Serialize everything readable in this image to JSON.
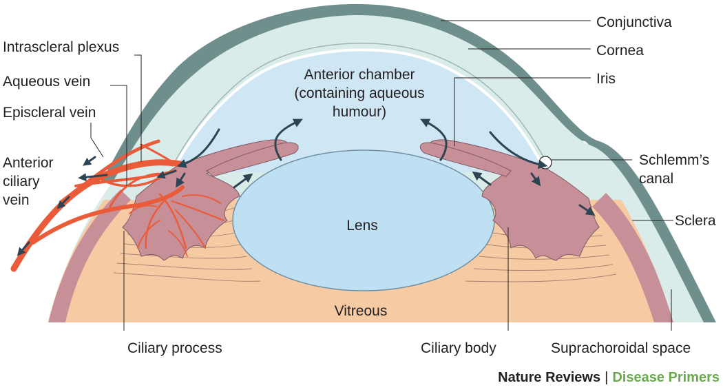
{
  "labels": {
    "conjunctiva": "Conjunctiva",
    "cornea": "Cornea",
    "iris": "Iris",
    "schlemm_1": "Schlemm’s",
    "schlemm_2": "canal",
    "sclera": "Sclera",
    "intrascleral_plexus": "Intrascleral plexus",
    "aqueous_vein": "Aqueous vein",
    "episcleral_vein": "Episcleral vein",
    "anterior_ciliary_vein_1": "Anterior",
    "anterior_ciliary_vein_2": "ciliary",
    "anterior_ciliary_vein_3": "vein",
    "anterior_chamber_1": "Anterior chamber",
    "anterior_chamber_2": "(containing aqueous",
    "anterior_chamber_3": "humour)",
    "lens": "Lens",
    "vitreous": "Vitreous",
    "ciliary_process": "Ciliary process",
    "ciliary_body": "Ciliary body",
    "suprachoroidal_space": "Suprachoroidal space"
  },
  "footer": {
    "publisher": "Nature Reviews",
    "separator": "|",
    "series": "Disease Primers"
  },
  "colors": {
    "conjunctiva": "#6f8f8c",
    "cornea_sclera": "#d9ecea",
    "anterior_chamber": "#cfe6f4",
    "lens": "#bfe0f3",
    "iris_ciliary": "#c78f98",
    "vitreous": "#f6cba4",
    "veins": "#ea5b3a",
    "flow_arrows": "#2f4452",
    "series_brand": "#6aa84f"
  }
}
